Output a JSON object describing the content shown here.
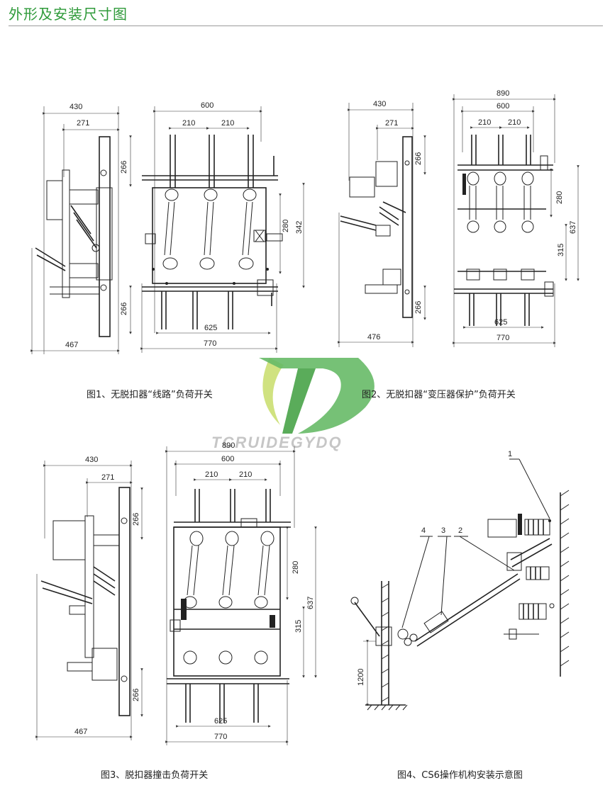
{
  "header": {
    "title": "外形及安装尺寸图"
  },
  "watermark": {
    "text": "TCRUIDEGYDQ",
    "colors": {
      "green": "#4cae4c",
      "lime": "#c8dd6a"
    }
  },
  "figures": [
    {
      "caption": "图1、无脱扣器“线路”负荷开关",
      "side_dims": {
        "top1": "430",
        "top2": "271",
        "upper": "266",
        "lower": "266",
        "bottom": "467"
      },
      "front_dims": {
        "top1": "600",
        "top2a": "210",
        "top2b": "210",
        "right1": "280",
        "right2": "342",
        "bottom1": "625",
        "bottom2": "770"
      }
    },
    {
      "caption": "图2、无脱扣器“变压器保护”负荷开关",
      "side_dims": {
        "top1": "430",
        "top2": "271",
        "upper": "266",
        "lower": "266",
        "bottom": "476"
      },
      "front_dims": {
        "top0": "890",
        "top1": "600",
        "top2a": "210",
        "top2b": "210",
        "right1": "280",
        "right2": "637",
        "right3": "315",
        "bottom1": "625",
        "bottom2": "770"
      }
    },
    {
      "caption": "图3、脱扣器撞击负荷开关",
      "side_dims": {
        "top1": "430",
        "top2": "271",
        "upper": "266",
        "lower": "266",
        "bottom": "467"
      },
      "front_dims": {
        "top0": "890",
        "top1": "600",
        "top2a": "210",
        "top2b": "210",
        "right1": "280",
        "right2": "637",
        "right3": "315",
        "bottom1": "625",
        "bottom2": "770"
      }
    },
    {
      "caption": "图4、CS6操作机构安装示意图",
      "callouts": [
        "1",
        "2",
        "3",
        "4"
      ],
      "height_dim": "1200"
    }
  ]
}
